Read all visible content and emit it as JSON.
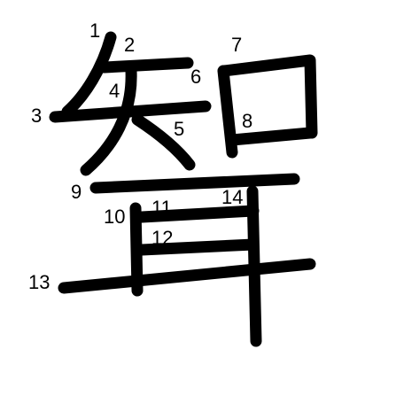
{
  "diagram": {
    "character": "聟",
    "stroke_color": "#000000",
    "background_color": "#ffffff",
    "stroke_numbers": [
      "1",
      "2",
      "3",
      "4",
      "5",
      "6",
      "7",
      "8",
      "9",
      "10",
      "11",
      "12",
      "13",
      "14"
    ]
  }
}
